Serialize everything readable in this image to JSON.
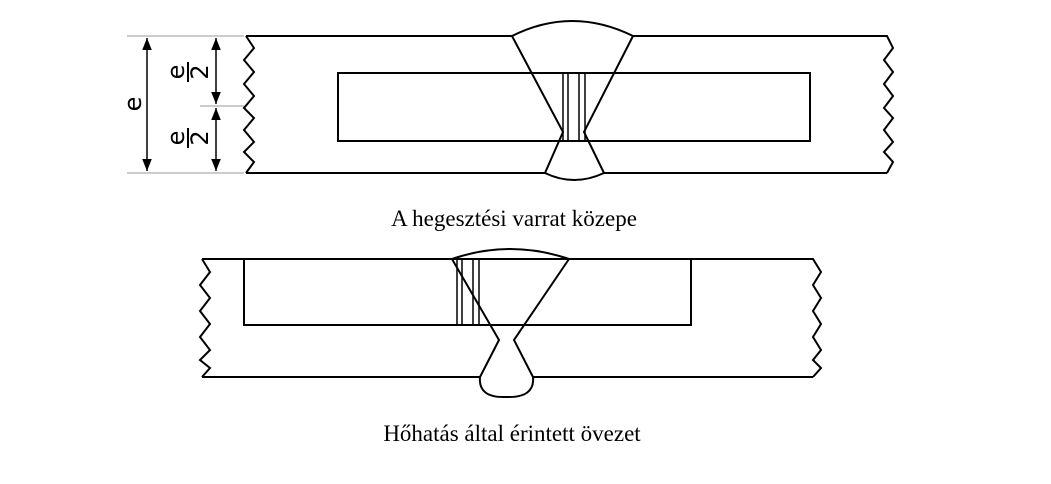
{
  "figures": [
    {
      "caption": "A hegesztési varrat közepe"
    },
    {
      "caption": "Hőhatás által érintett övezet"
    }
  ],
  "dimensions": {
    "total": "e",
    "half_numerator": "e",
    "half_denominator": "2"
  }
}
